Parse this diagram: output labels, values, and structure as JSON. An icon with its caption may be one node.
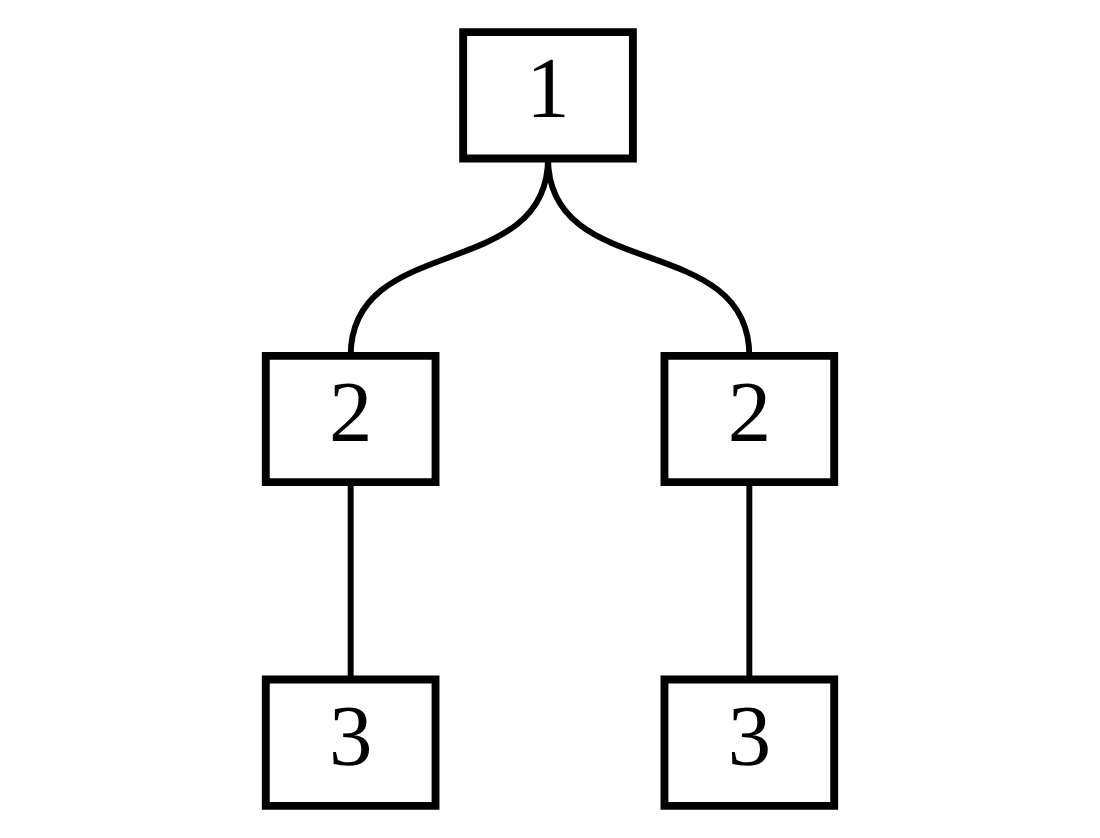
{
  "diagram": {
    "nodes": [
      {
        "text": [
          "1"
        ]
      },
      {
        "text": [
          "2"
        ]
      },
      {
        "text": [
          "2"
        ]
      },
      {
        "text": [
          "3"
        ]
      },
      {
        "text": [
          "3"
        ]
      }
    ],
    "edges": [
      {
        "from": 0,
        "to": 1,
        "arrow": "none"
      },
      {
        "from": 0,
        "to": 2,
        "arrow": "none"
      },
      {
        "from": 1,
        "to": 3,
        "arrow": "none"
      },
      {
        "from": 2,
        "to": 4,
        "arrow": "none"
      }
    ]
  }
}
